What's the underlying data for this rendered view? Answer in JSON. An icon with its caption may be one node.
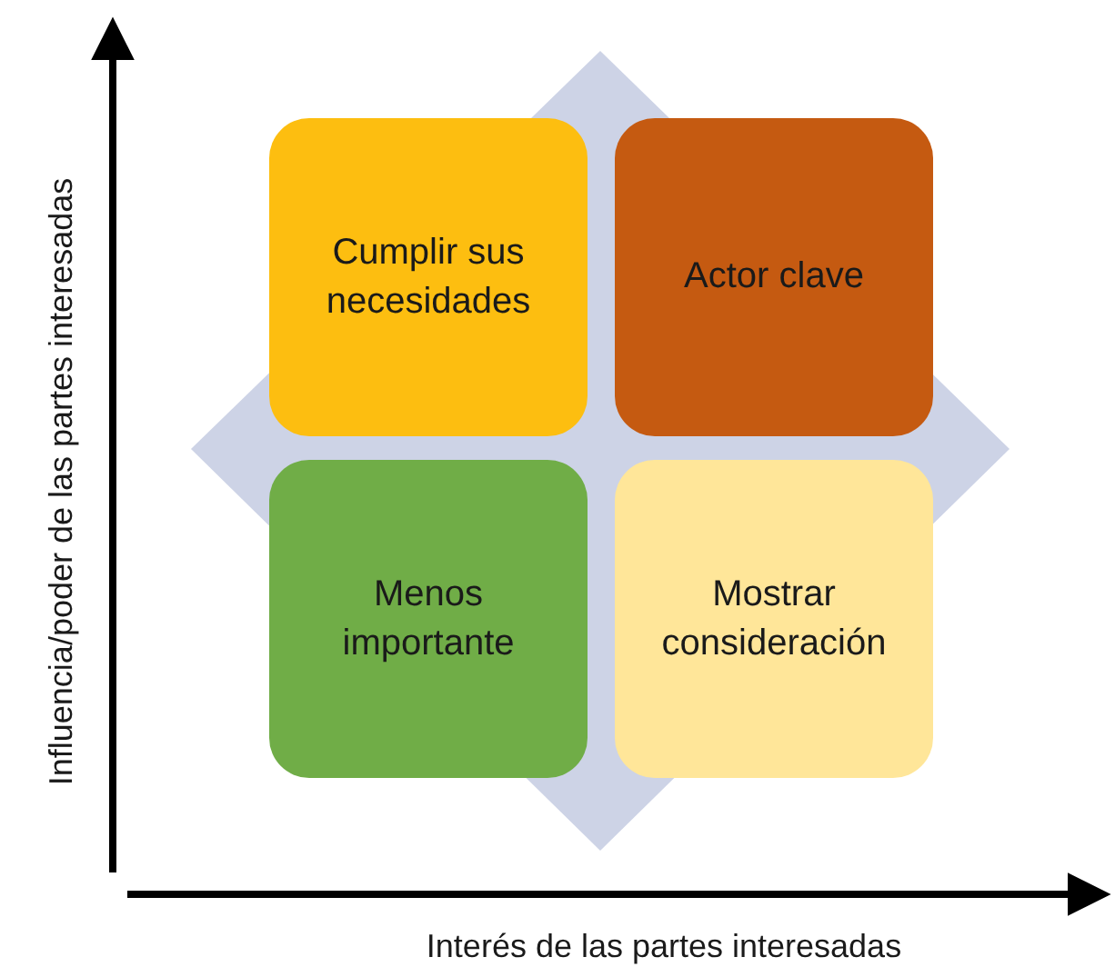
{
  "diagram": {
    "nodes": [
      {
        "text": [
          "Cumplir sus necesidades"
        ]
      },
      {
        "text": [
          "Actor clave"
        ]
      },
      {
        "text": [
          "Menos importante"
        ]
      },
      {
        "text": [
          "Mostrar consideración"
        ]
      }
    ],
    "labels": [
      "Influencia/poder de las partes interesadas",
      "Interés de las partes interesadas"
    ]
  }
}
